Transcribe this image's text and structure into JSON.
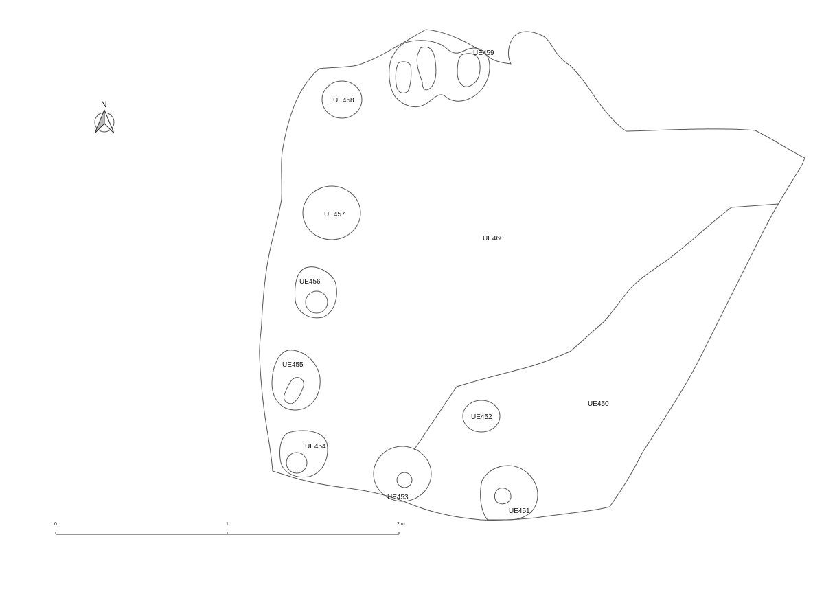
{
  "north_arrow": {
    "label": "N"
  },
  "units": {
    "UE460": "UE460",
    "UE450": "UE450",
    "UE451": "UE451",
    "UE452": "UE452",
    "UE453": "UE453",
    "UE454": "UE454",
    "UE455": "UE455",
    "UE456": "UE456",
    "UE457": "UE457",
    "UE458": "UE458",
    "UE459": "UE459"
  },
  "scale_bar": {
    "ticks": [
      "0",
      "1",
      "2 m"
    ]
  }
}
